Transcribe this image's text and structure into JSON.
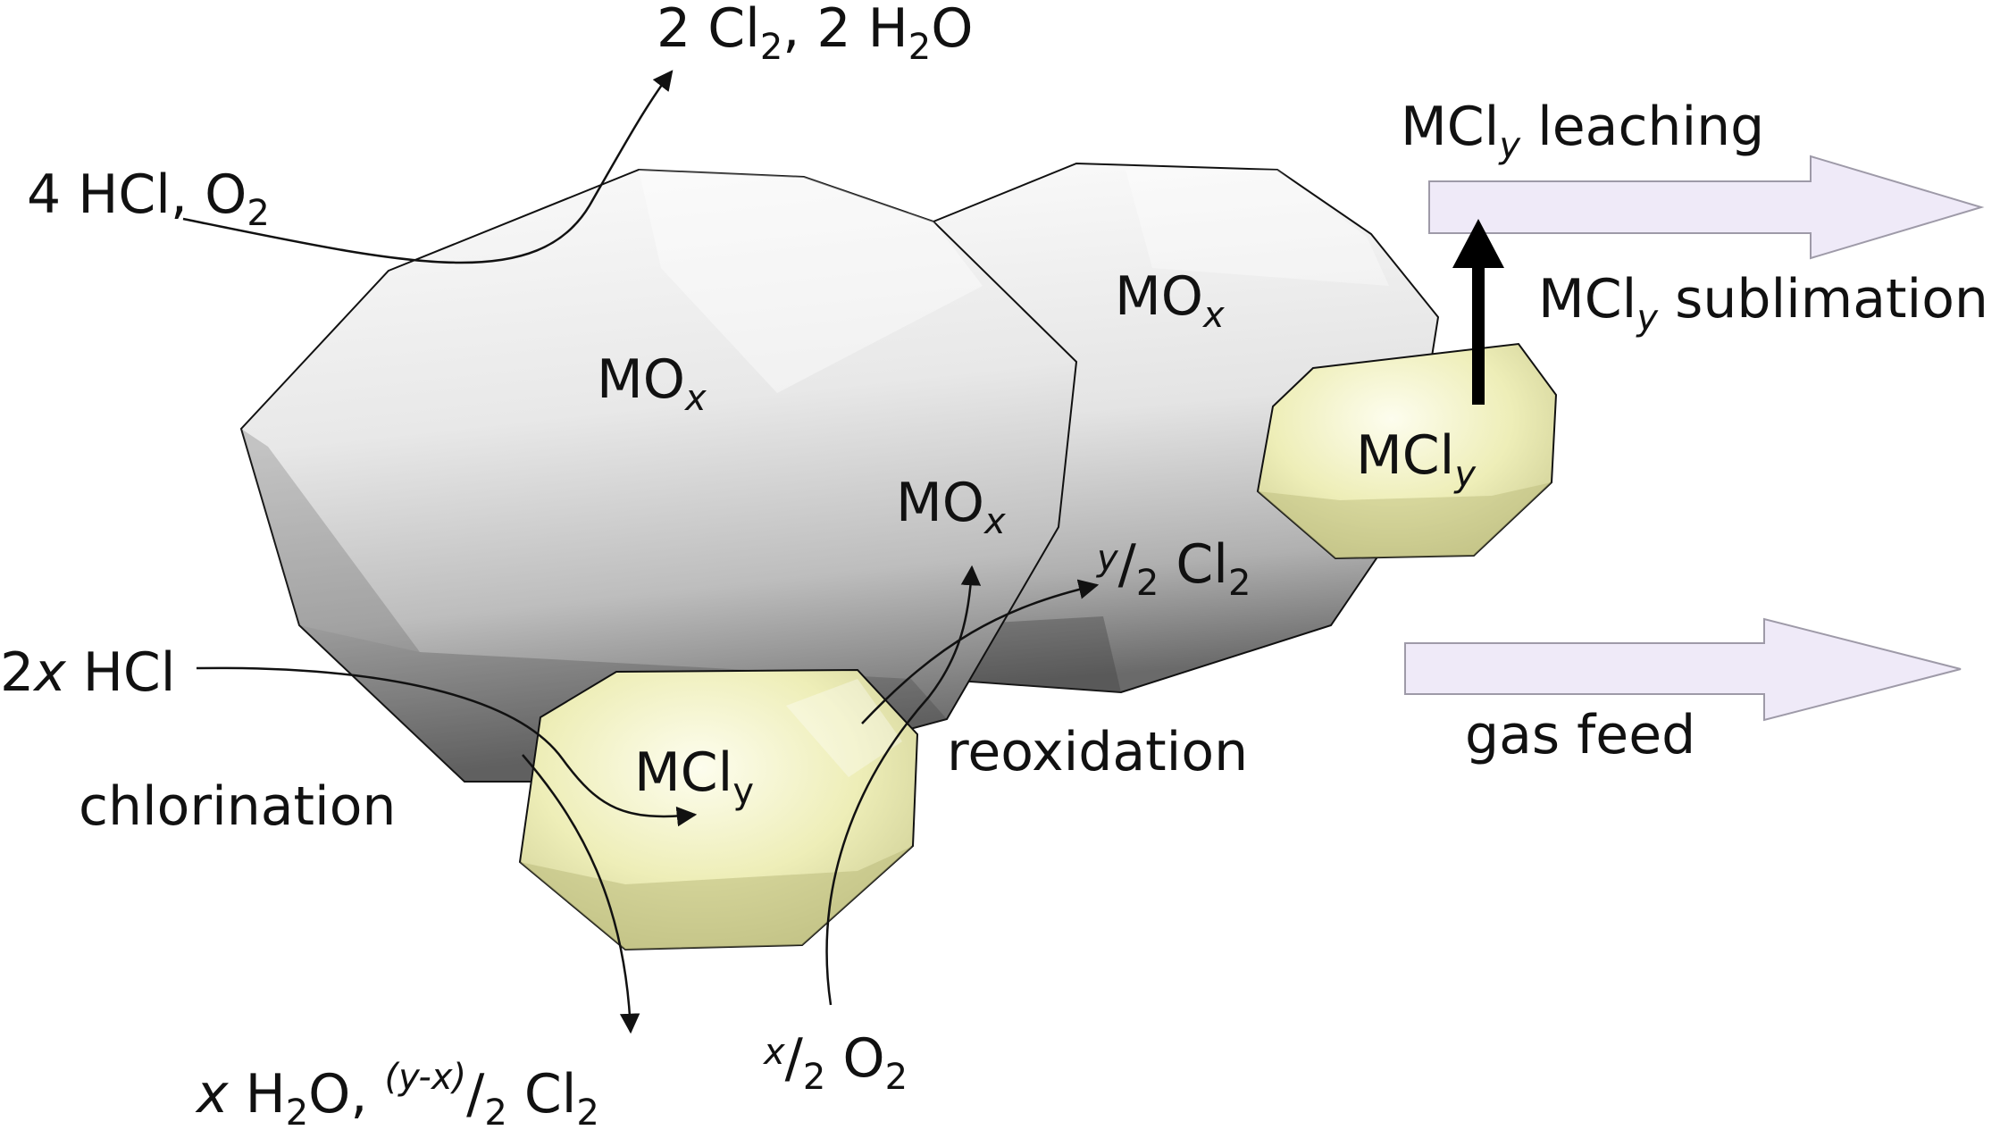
{
  "colors": {
    "oxide_light": "#f4f4f4",
    "oxide_dark": "#7a7a7a",
    "chloride_light": "#fafae0",
    "chloride_dark": "#c8c888",
    "flow_arrow_fill": "#efeaf8",
    "flow_arrow_stroke": "#9e9aa8",
    "line": "#111111"
  },
  "labels": {
    "reactants_top": {
      "main": "4 HCl, O",
      "sub": "2"
    },
    "products_top": {
      "a": "2 Cl",
      "a_sub": "2",
      "b": ", 2 H",
      "b_sub": "2",
      "c": "O"
    },
    "mox_large": {
      "main": "MO",
      "sub": "x"
    },
    "mox_right": {
      "main": "MO",
      "sub": "x"
    },
    "mox_small": {
      "main": "MO",
      "sub": "x"
    },
    "mcly_small": {
      "main": "MCl",
      "sub": "y"
    },
    "mcly_bottom": {
      "main": "MCl",
      "sub": "y"
    },
    "y2_cl2": {
      "sup": "y",
      "slash": "/",
      "den": "2",
      "main": " Cl",
      "sub": "2"
    },
    "hcl_2x": {
      "coef": "2",
      "var": "x",
      "rest": " HCl"
    },
    "chlorination": "chlorination",
    "reoxidation": "reoxidation",
    "products_bottom": {
      "var": "x",
      "a": " H",
      "a_sub": "2",
      "b": "O, ",
      "frac_num": "(y-x)",
      "slash": "/",
      "frac_den": "2",
      "c": " Cl",
      "c_sub": "2"
    },
    "x2_o2": {
      "sup": "x",
      "slash": "/",
      "den": "2",
      "main": " O",
      "sub": "2"
    },
    "leaching": {
      "main": "MCl",
      "sub": "y",
      "rest": " leaching"
    },
    "sublimation": {
      "main": "MCl",
      "sub": "y",
      "rest": " sublimation"
    },
    "gas_feed": "gas feed"
  }
}
